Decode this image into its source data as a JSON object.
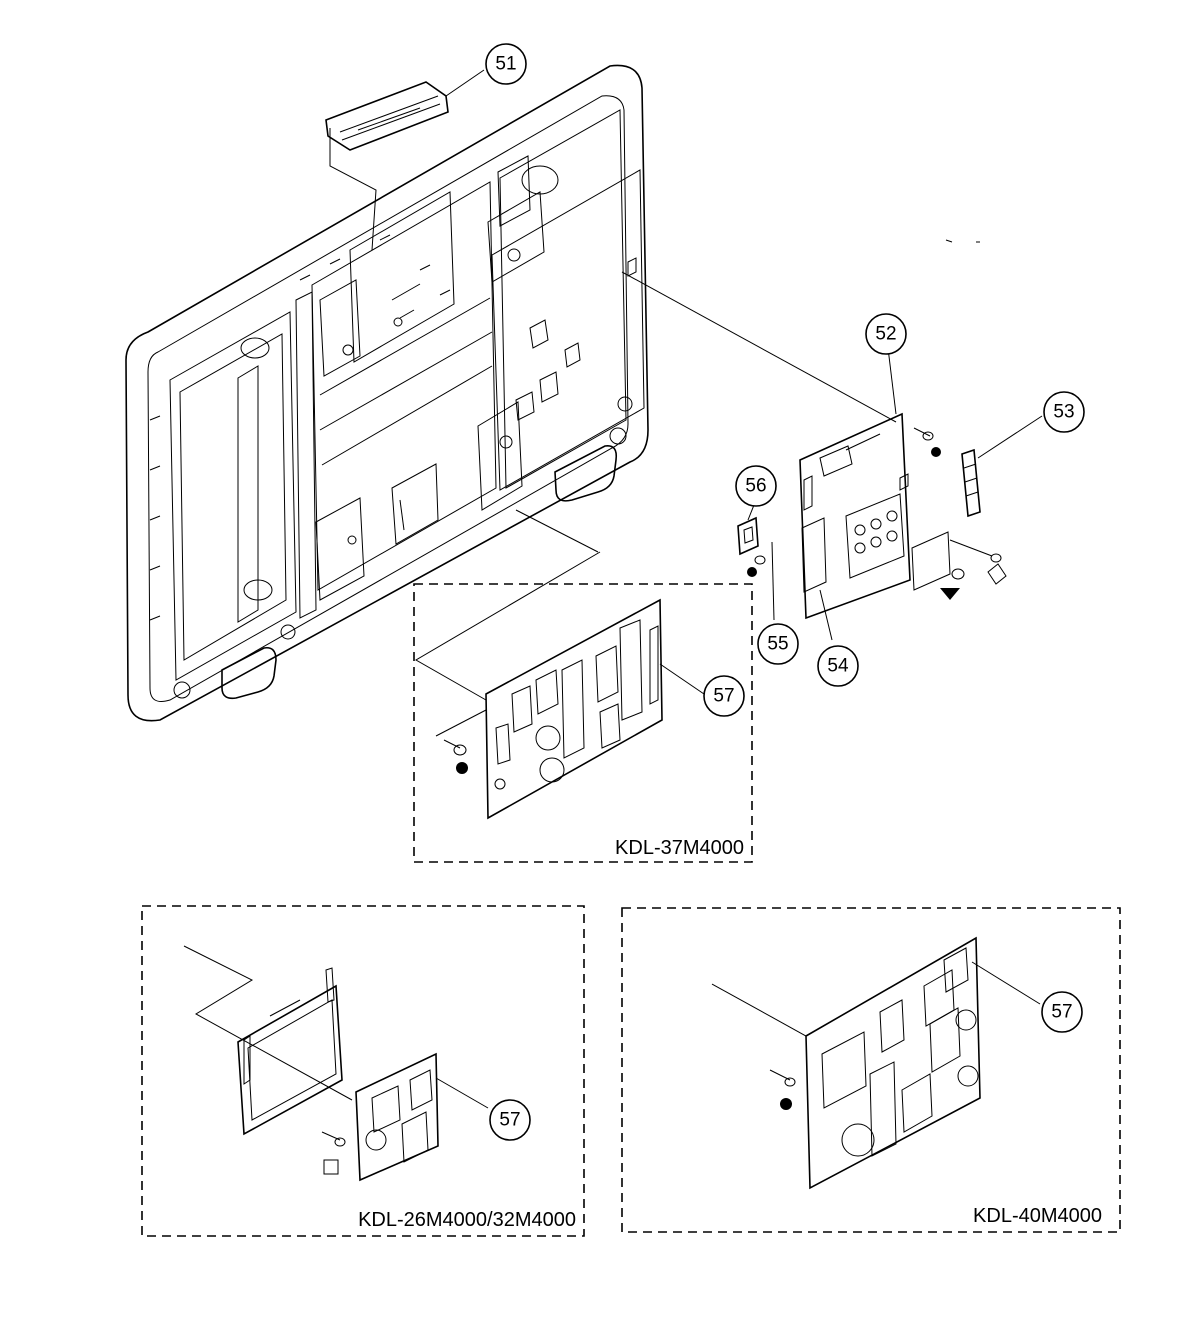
{
  "callouts": [
    {
      "id": "51",
      "label": "51"
    },
    {
      "id": "52",
      "label": "52"
    },
    {
      "id": "53",
      "label": "53"
    },
    {
      "id": "54",
      "label": "54"
    },
    {
      "id": "55",
      "label": "55"
    },
    {
      "id": "56",
      "label": "56"
    },
    {
      "id": "57a",
      "label": "57"
    },
    {
      "id": "57b",
      "label": "57"
    },
    {
      "id": "57c",
      "label": "57"
    }
  ],
  "variants": {
    "kdl37": "KDL-37M4000",
    "kdl26_32": "KDL-26M4000/32M4000",
    "kdl40": "KDL-40M4000"
  }
}
